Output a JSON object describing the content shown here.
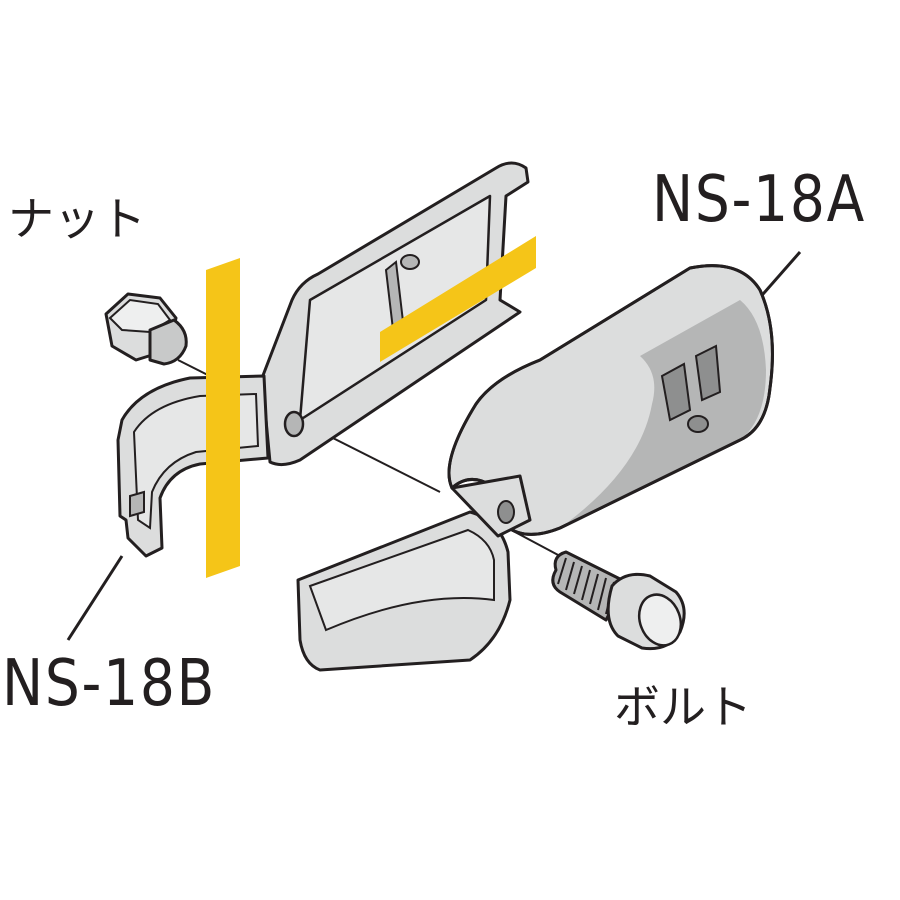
{
  "labels": {
    "nut": "ナット",
    "part_a": "NS-18A",
    "part_b": "NS-18B",
    "bolt": "ボルト"
  },
  "colors": {
    "outline": "#231f20",
    "part_fill": "#dcdddd",
    "part_shade": "#b5b6b6",
    "highlight": "#f2f2f2",
    "marker": "#f5c518"
  }
}
